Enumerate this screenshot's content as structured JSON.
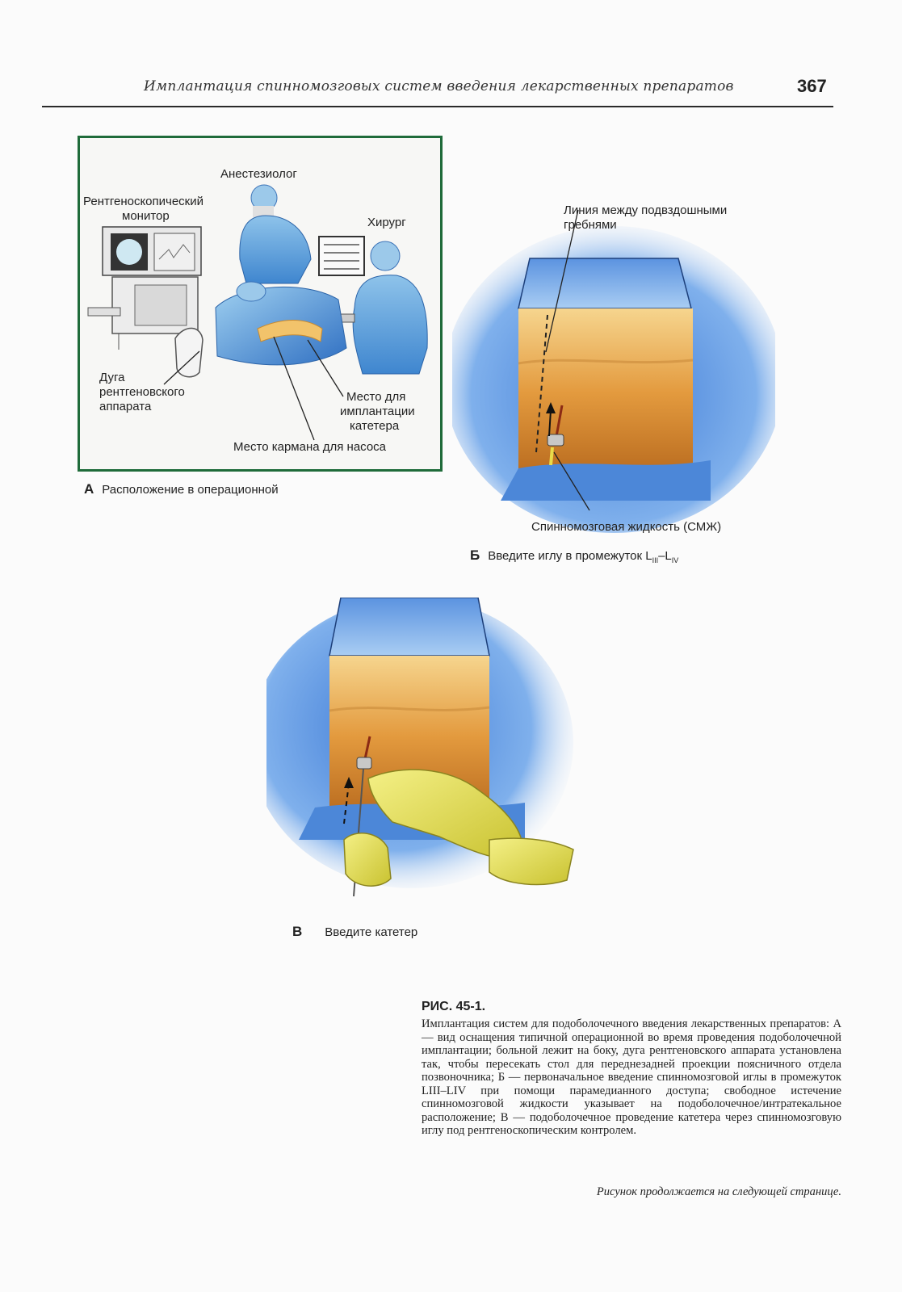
{
  "header": {
    "running_title": "Имплантация спинномозговых систем введения лекарственных препаратов",
    "page_number": "367"
  },
  "panel_a": {
    "labels": {
      "anesthesiologist": "Анестезиолог",
      "monitor_line1": "Рентгеноскопический",
      "monitor_line2": "монитор",
      "surgeon": "Хирург",
      "arc_line1": "Дуга",
      "arc_line2": "рентгеновского",
      "arc_line3": "аппарата",
      "site_line1": "Место для",
      "site_line2": "имплантации",
      "site_line3": "катетера",
      "pump_pocket": "Место кармана для насоса"
    },
    "caption_letter": "А",
    "caption_text": "Расположение в операционной"
  },
  "panel_b": {
    "line_label_1": "Линия между подвздошными",
    "line_label_2": "гребнями",
    "csf_label": "Спинномозговая жидкость (СМЖ)",
    "caption_letter": "Б",
    "caption_text": "Введите иглу в промежуток L",
    "sub1": "III",
    "dash": "–L",
    "sub2": "IV"
  },
  "panel_c": {
    "caption_letter": "В",
    "caption_text": "Введите катетер"
  },
  "figure": {
    "title": "РИС. 45-1.",
    "description": "Имплантация систем для подоболочечного введения лекарственных препаратов: А — вид оснащения типичной операционной во время проведения подоболочечной имплантации; больной лежит на боку, дуга рентгеновского аппарата установлена так, чтобы пересекать стол для переднезадней проекции поясничного отдела позвоночника; Б — первоначальное введение спинномозговой иглы в промежуток LIII–LIV при помощи парамедианного доступа; свободное истечение спинномозговой жидкости указывает на подоболочечное/интратекальное расположение; В — подоболочечное проведение катетера через спинномозговую иглу под рентгеноскопическим контролем.",
    "continued": "Рисунок продолжается на следующей странице."
  },
  "colors": {
    "frame_green": "#1f6b3a",
    "drape_blue": "#4a86d8",
    "skin_orange": "#e2a04a",
    "glove_yellow": "#e6e24a"
  }
}
